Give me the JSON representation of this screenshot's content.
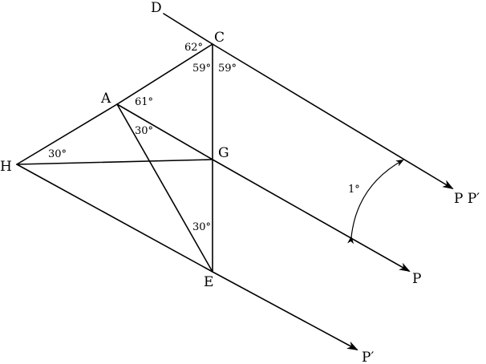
{
  "points": {
    "D": "D",
    "C": "C",
    "A": "A",
    "H": "H",
    "G": "G",
    "E": "E",
    "ray_C_end": "P P′",
    "ray_G_end": "P",
    "ray_E_end": "P′"
  },
  "angles": {
    "at_C_outer": "62°",
    "at_C_left": "59°",
    "at_C_right": "59°",
    "at_A": "61°",
    "at_A_lower": "30°",
    "at_H": "30°",
    "at_E": "30°",
    "between_rays": "1°"
  }
}
